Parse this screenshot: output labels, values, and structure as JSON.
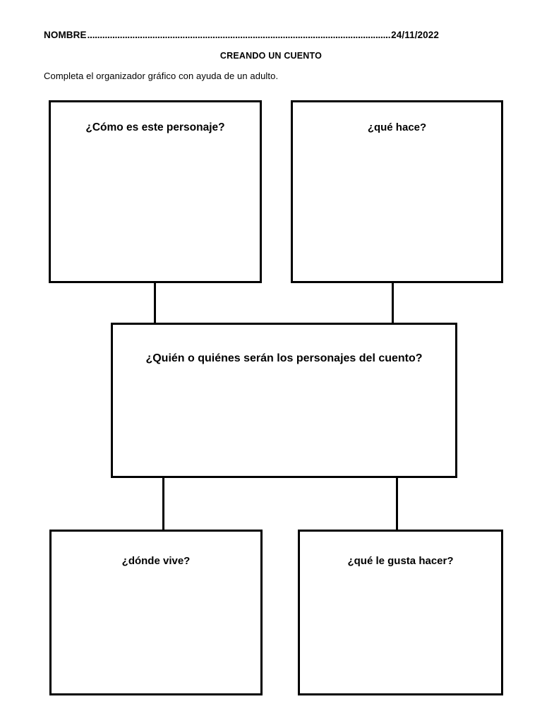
{
  "header": {
    "name_label": "NOMBRE",
    "leader_dots": "...........................................................................................................................",
    "date": "24/11/2022"
  },
  "title": "CREANDO UN CUENTO",
  "instruction": "Completa el organizador gráfico con ayuda de un adulto.",
  "organizer": {
    "center": {
      "label": "¿Quién o quiénes serán los personajes del cuento?"
    },
    "top_boxes": [
      {
        "label": "¿Cómo es este personaje?"
      },
      {
        "label": "¿qué hace?"
      }
    ],
    "bottom_boxes": [
      {
        "label": "¿dónde vive?"
      },
      {
        "label": "¿qué le gusta hacer?"
      }
    ]
  },
  "colors": {
    "ink": "#000000",
    "paper": "#ffffff"
  }
}
